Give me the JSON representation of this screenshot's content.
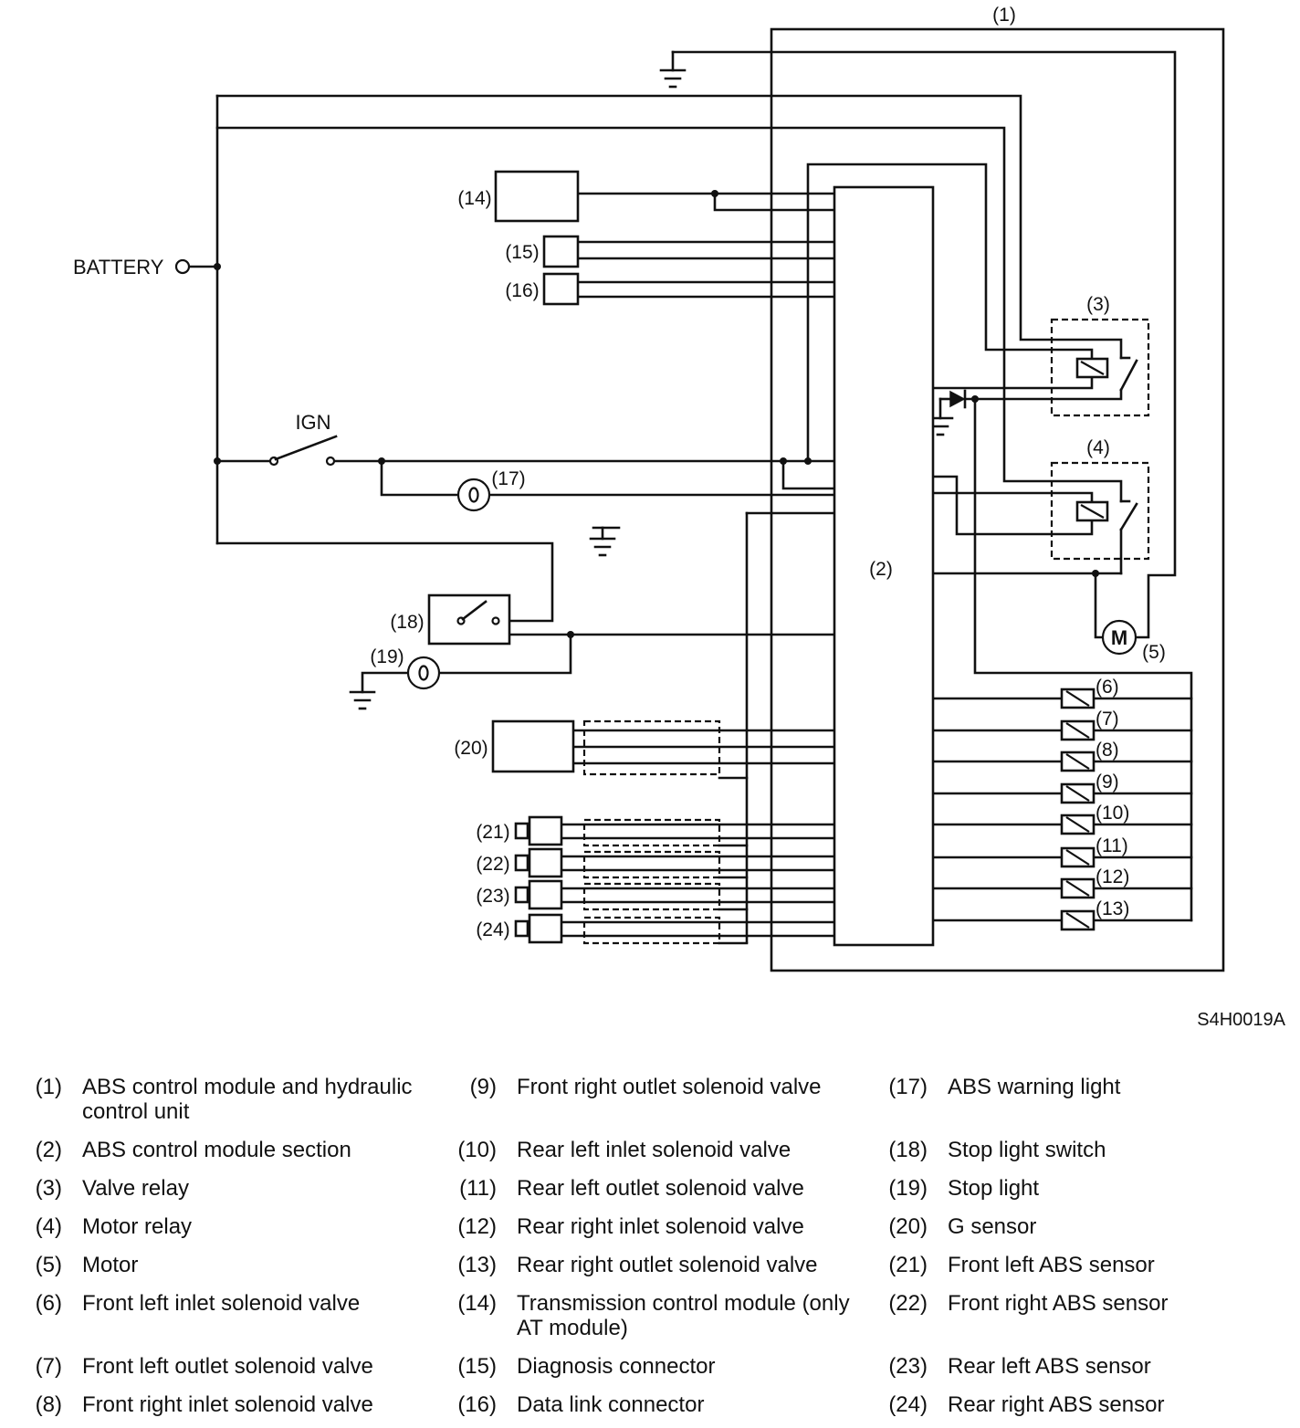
{
  "diagram": {
    "battery_label": "BATTERY",
    "ign_label": "IGN",
    "motor_symbol": "M",
    "figure_code": "S4H0019A",
    "callouts": {
      "c1": "(1)",
      "c2": "(2)",
      "c3": "(3)",
      "c4": "(4)",
      "c5": "(5)",
      "c6": "(6)",
      "c7": "(7)",
      "c8": "(8)",
      "c9": "(9)",
      "c10": "(10)",
      "c11": "(11)",
      "c12": "(12)",
      "c13": "(13)",
      "c14": "(14)",
      "c15": "(15)",
      "c16": "(16)",
      "c17": "(17)",
      "c18": "(18)",
      "c19": "(19)",
      "c20": "(20)",
      "c21": "(21)",
      "c22": "(22)",
      "c23": "(23)",
      "c24": "(24)"
    }
  },
  "legend": {
    "items": [
      {
        "num": "(1)",
        "text": "ABS control module and hydraulic control unit"
      },
      {
        "num": "(2)",
        "text": "ABS control module section"
      },
      {
        "num": "(3)",
        "text": "Valve relay"
      },
      {
        "num": "(4)",
        "text": "Motor relay"
      },
      {
        "num": "(5)",
        "text": "Motor"
      },
      {
        "num": "(6)",
        "text": "Front left inlet solenoid valve"
      },
      {
        "num": "(7)",
        "text": "Front left outlet solenoid valve"
      },
      {
        "num": "(8)",
        "text": "Front right inlet solenoid valve"
      },
      {
        "num": "(9)",
        "text": "Front right outlet solenoid valve"
      },
      {
        "num": "(10)",
        "text": "Rear left inlet solenoid valve"
      },
      {
        "num": "(11)",
        "text": "Rear left outlet solenoid valve"
      },
      {
        "num": "(12)",
        "text": "Rear right inlet solenoid valve"
      },
      {
        "num": "(13)",
        "text": "Rear right outlet solenoid valve"
      },
      {
        "num": "(14)",
        "text": "Transmission control module (only AT module)"
      },
      {
        "num": "(15)",
        "text": "Diagnosis connector"
      },
      {
        "num": "(16)",
        "text": "Data link connector"
      },
      {
        "num": "(17)",
        "text": "ABS warning light"
      },
      {
        "num": "(18)",
        "text": "Stop light switch"
      },
      {
        "num": "(19)",
        "text": "Stop light"
      },
      {
        "num": "(20)",
        "text": "G sensor"
      },
      {
        "num": "(21)",
        "text": "Front left ABS sensor"
      },
      {
        "num": "(22)",
        "text": "Front right ABS sensor"
      },
      {
        "num": "(23)",
        "text": "Rear left ABS sensor"
      },
      {
        "num": "(24)",
        "text": "Rear right ABS sensor"
      }
    ]
  }
}
